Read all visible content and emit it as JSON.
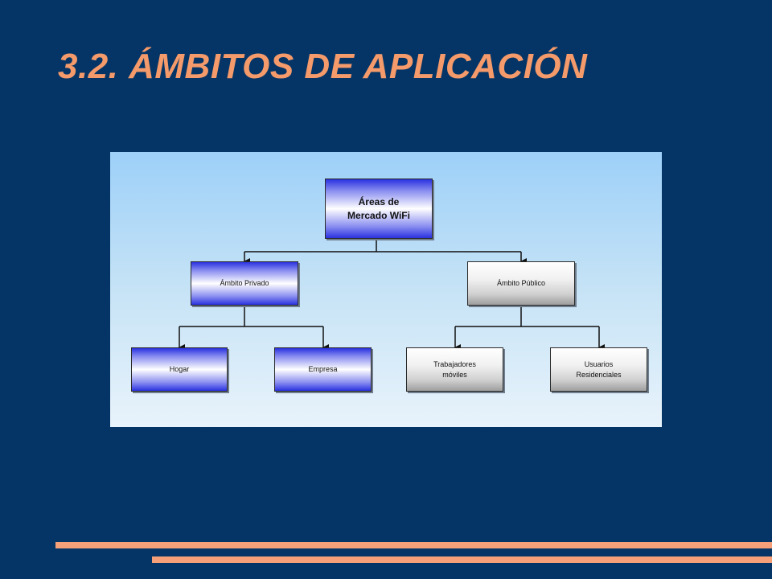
{
  "slide": {
    "title": "3.2. ÁMBITOS DE APLICACIÓN"
  },
  "diagram": {
    "root": {
      "line1": "Áreas de",
      "line2": "Mercado WiFi"
    },
    "private": {
      "label": "Ámbito Privado",
      "children": [
        {
          "line1": "Hogar"
        },
        {
          "line1": "Empresa"
        }
      ]
    },
    "public": {
      "label": "Ámbito Público",
      "children": [
        {
          "line1": "Trabajadores",
          "line2": "móviles"
        },
        {
          "line1": "Usuarios",
          "line2": "Residenciales"
        }
      ]
    }
  },
  "colors": {
    "background": "#053566",
    "title": "#f59a6a",
    "accent_bars": "#f5a078",
    "private_nodes": "#2a32e0",
    "public_nodes": "#d0d0d0"
  }
}
